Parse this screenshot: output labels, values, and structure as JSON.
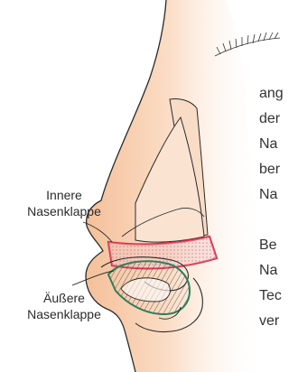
{
  "labels": {
    "inner_valve": [
      "Innere",
      "Nasenklappe"
    ],
    "outer_valve": [
      "Äußere",
      "Nasenklappe"
    ]
  },
  "body_text_fragments": [
    "ang",
    "der",
    "Na",
    "ber",
    "Na",
    "Be",
    "Na",
    "Tec",
    "ver"
  ],
  "colors": {
    "skin_light": "#fde8d6",
    "skin_mid": "#f6c7a4",
    "line": "#2a2a2a",
    "inner_valve_outline": "#d92e4a",
    "outer_valve_outline": "#2e7d5b"
  }
}
